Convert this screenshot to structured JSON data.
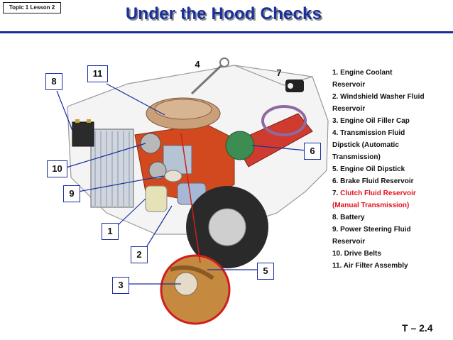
{
  "topic_tag": "Topic 1 Lesson 2",
  "title": "Under the Hood Checks",
  "slide_code": "T – 2.4",
  "callouts": [
    "1",
    "2",
    "3",
    "4",
    "5",
    "6",
    "7",
    "8",
    "9",
    "10",
    "11"
  ],
  "legend": [
    "1.  Engine Coolant",
    "     Reservoir",
    "2.  Windshield Washer Fluid",
    "     Reservoir",
    "3.  Engine Oil Filler Cap",
    "4. Transmission Fluid",
    "     Dipstick (Automatic",
    "     Transmission)",
    "5.  Engine Oil Dipstick",
    "6.  Brake Fluid Reservoir",
    "7. ",
    "Clutch Fluid Reservoir",
    "     (Manual Transmission)",
    "8.  Battery",
    "9.  Power Steering Fluid",
    "                  Reservoir",
    "10.  Drive Belts",
    "11.  Air Filter Assembly"
  ],
  "colors": {
    "title": "#1a2f9e",
    "highlight": "#e0141e",
    "callout_border": "#1a2f9e"
  }
}
